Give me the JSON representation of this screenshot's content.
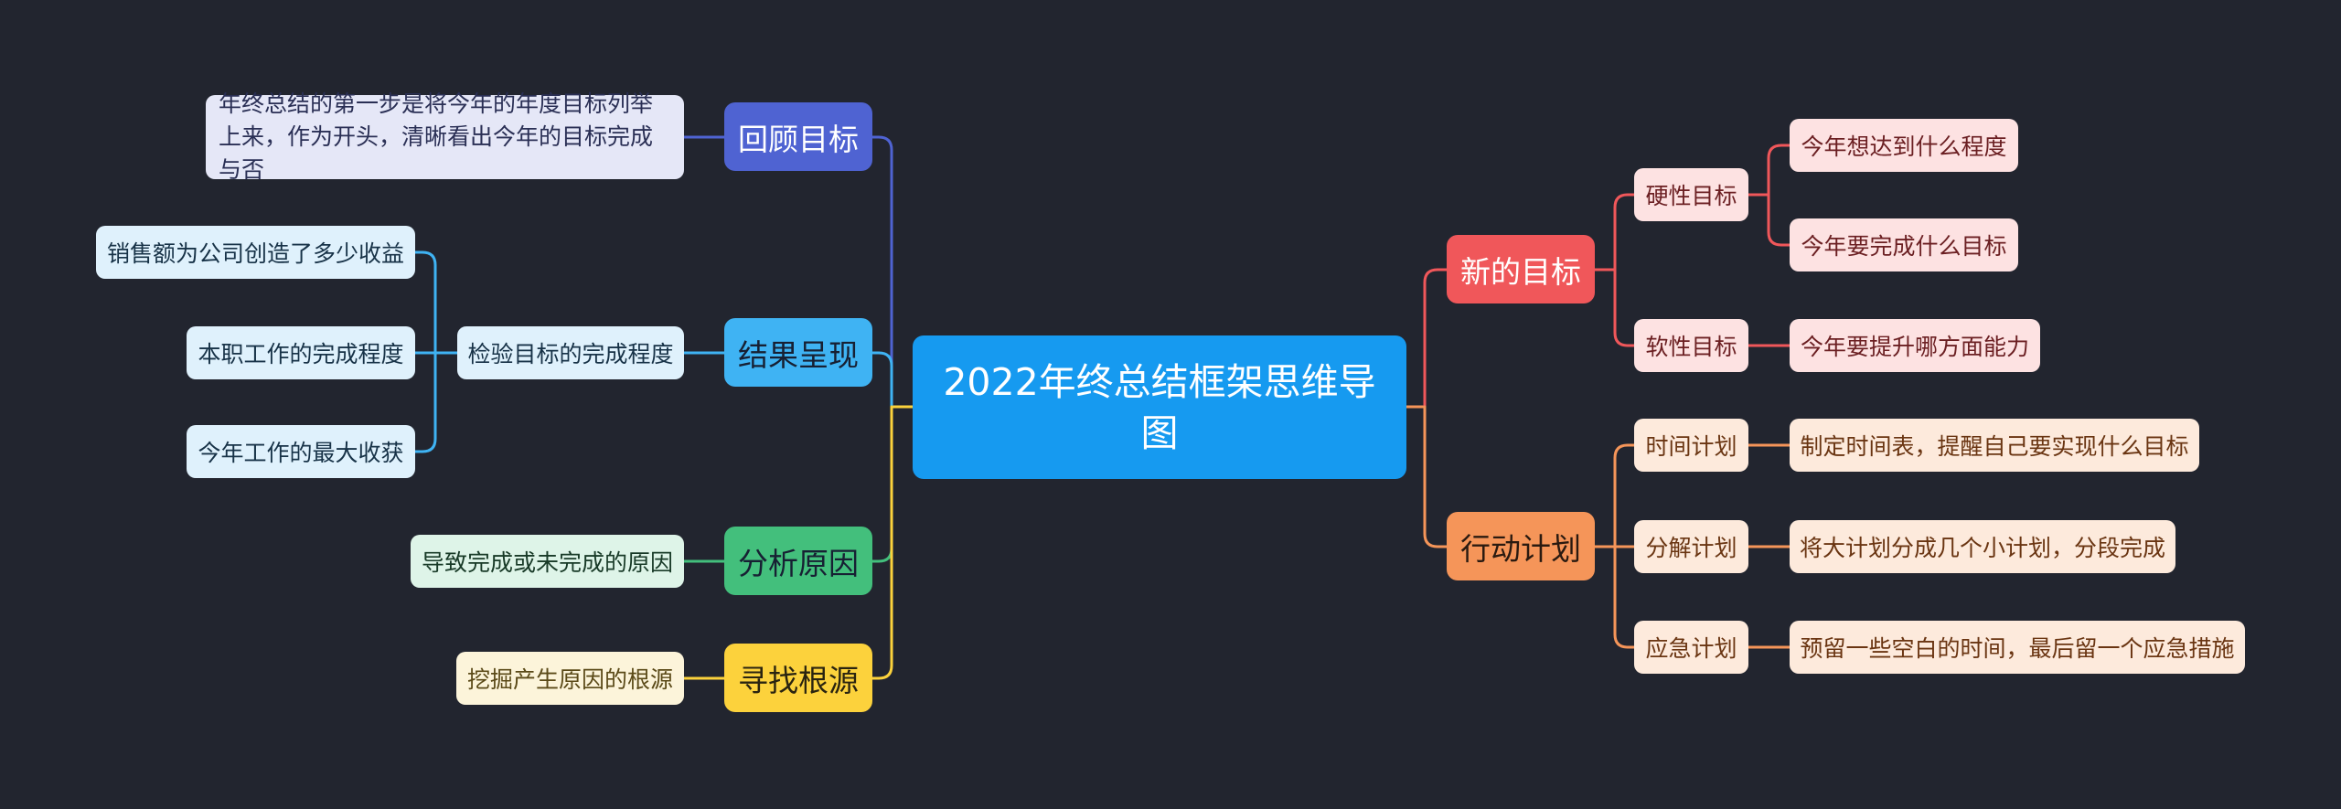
{
  "mindmap": {
    "root": "2022年终总结框架思维导图",
    "left": [
      {
        "label": "回顾目标",
        "children": [
          {
            "label": "年终总结的第一步是将今年的年度目标列举上来，作为开头，清晰看出今年的目标完成与否"
          }
        ]
      },
      {
        "label": "结果呈现",
        "children": [
          {
            "label": "检验目标的完成程度",
            "children": [
              {
                "label": "销售额为公司创造了多少收益"
              },
              {
                "label": "本职工作的完成程度"
              },
              {
                "label": "今年工作的最大收获"
              }
            ]
          }
        ]
      },
      {
        "label": "分析原因",
        "children": [
          {
            "label": "导致完成或未完成的原因"
          }
        ]
      },
      {
        "label": "寻找根源",
        "children": [
          {
            "label": "挖掘产生原因的根源"
          }
        ]
      }
    ],
    "right": [
      {
        "label": "新的目标",
        "children": [
          {
            "label": "硬性目标",
            "children": [
              {
                "label": "今年想达到什么程度"
              },
              {
                "label": "今年要完成什么目标"
              }
            ]
          },
          {
            "label": "软性目标",
            "children": [
              {
                "label": "今年要提升哪方面能力"
              }
            ]
          }
        ]
      },
      {
        "label": "行动计划",
        "children": [
          {
            "label": "时间计划",
            "children": [
              {
                "label": "制定时间表，提醒自己要实现什么目标"
              }
            ]
          },
          {
            "label": "分解计划",
            "children": [
              {
                "label": "将大计划分成几个小计划，分段完成"
              }
            ]
          },
          {
            "label": "应急计划",
            "children": [
              {
                "label": "预留一些空白的时间，最后留一个应急措施"
              }
            ]
          }
        ]
      }
    ]
  },
  "colors": {
    "background": "#22252f",
    "root": "#169af0",
    "blue": "#4f63d2",
    "sky": "#3fb3f3",
    "green": "#43bf7c",
    "yellow": "#fcd23c",
    "red": "#f0575a",
    "orange": "#f59559"
  }
}
